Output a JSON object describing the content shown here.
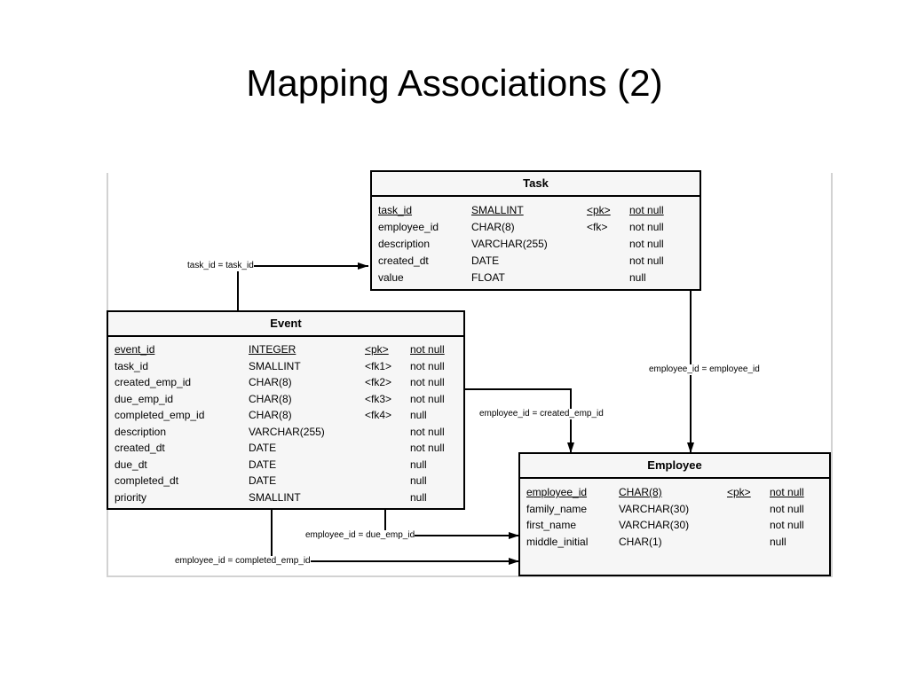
{
  "slide": {
    "title": "Mapping Associations (2)"
  },
  "entities": {
    "task": {
      "name": "Task",
      "rows": [
        {
          "name": "task_id",
          "type": "SMALLINT",
          "key": "<pk>",
          "nullability": "not null",
          "underline": true
        },
        {
          "name": "employee_id",
          "type": "CHAR(8)",
          "key": "<fk>",
          "nullability": "not null",
          "underline": false
        },
        {
          "name": "description",
          "type": "VARCHAR(255)",
          "key": "",
          "nullability": "not null",
          "underline": false
        },
        {
          "name": "created_dt",
          "type": "DATE",
          "key": "",
          "nullability": "not null",
          "underline": false
        },
        {
          "name": "value",
          "type": "FLOAT",
          "key": "",
          "nullability": "null",
          "underline": false
        }
      ]
    },
    "event": {
      "name": "Event",
      "rows": [
        {
          "name": "event_id",
          "type": "INTEGER",
          "key": "<pk>",
          "nullability": "not null",
          "underline": true
        },
        {
          "name": "task_id",
          "type": "SMALLINT",
          "key": "<fk1>",
          "nullability": "not null",
          "underline": false
        },
        {
          "name": "created_emp_id",
          "type": "CHAR(8)",
          "key": "<fk2>",
          "nullability": "not null",
          "underline": false
        },
        {
          "name": "due_emp_id",
          "type": "CHAR(8)",
          "key": "<fk3>",
          "nullability": "not null",
          "underline": false
        },
        {
          "name": "completed_emp_id",
          "type": "CHAR(8)",
          "key": "<fk4>",
          "nullability": "null",
          "underline": false
        },
        {
          "name": "description",
          "type": "VARCHAR(255)",
          "key": "",
          "nullability": "not null",
          "underline": false
        },
        {
          "name": "created_dt",
          "type": "DATE",
          "key": "",
          "nullability": "not null",
          "underline": false
        },
        {
          "name": "due_dt",
          "type": "DATE",
          "key": "",
          "nullability": "null",
          "underline": false
        },
        {
          "name": "completed_dt",
          "type": "DATE",
          "key": "",
          "nullability": "null",
          "underline": false
        },
        {
          "name": "priority",
          "type": "SMALLINT",
          "key": "",
          "nullability": "null",
          "underline": false
        }
      ]
    },
    "employee": {
      "name": "Employee",
      "rows": [
        {
          "name": "employee_id",
          "type": "CHAR(8)",
          "key": "<pk>",
          "nullability": "not null",
          "underline": true
        },
        {
          "name": "family_name",
          "type": "VARCHAR(30)",
          "key": "",
          "nullability": "not null",
          "underline": false
        },
        {
          "name": "first_name",
          "type": "VARCHAR(30)",
          "key": "",
          "nullability": "not null",
          "underline": false
        },
        {
          "name": "middle_initial",
          "type": "CHAR(1)",
          "key": "",
          "nullability": "null",
          "underline": false
        }
      ]
    }
  },
  "relationships": {
    "event_task": "task_id = task_id",
    "task_employee": "employee_id = employee_id",
    "event_created": "employee_id = created_emp_id",
    "event_due": "employee_id = due_emp_id",
    "event_completed": "employee_id = completed_emp_id"
  }
}
